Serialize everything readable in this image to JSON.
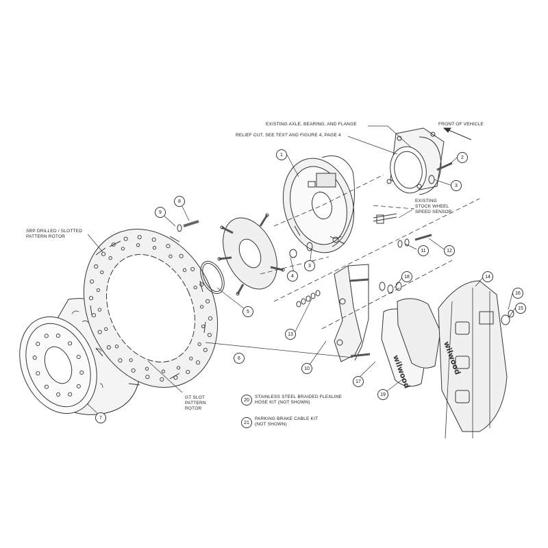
{
  "labels": {
    "axle": "EXISTING AXLE, BEARING, AND FLANGE",
    "relief": "RELIEF CUT, SEE TEXT AND FIGURE 4, PAGE 4",
    "front": "FRONT OF VEHICLE",
    "sensor_1": "EXISTING",
    "sensor_2": "STOCK WHEEL",
    "sensor_3": "SPEED SENSOR",
    "srp_1": "SRP DRILLED / SLOTTED",
    "srp_2": "PATTERN ROTOR",
    "gt_1": "GT SLOT",
    "gt_2": "PATTERN",
    "gt_3": "ROTOR",
    "note20_1": "STAINLESS STEEL BRAIDED FLEXLINE",
    "note20_2": "HOSE KIT (NOT SHOWN)",
    "note21_1": "PARKING BRAKE CABLE KIT",
    "note21_2": "(NOT SHOWN)"
  },
  "brand": "wilwood",
  "callouts": [
    "1",
    "2",
    "3",
    "3",
    "4",
    "5",
    "6",
    "7",
    "8",
    "9",
    "10",
    "11",
    "12",
    "13",
    "14",
    "15",
    "16",
    "17",
    "18",
    "19",
    "20",
    "21"
  ]
}
